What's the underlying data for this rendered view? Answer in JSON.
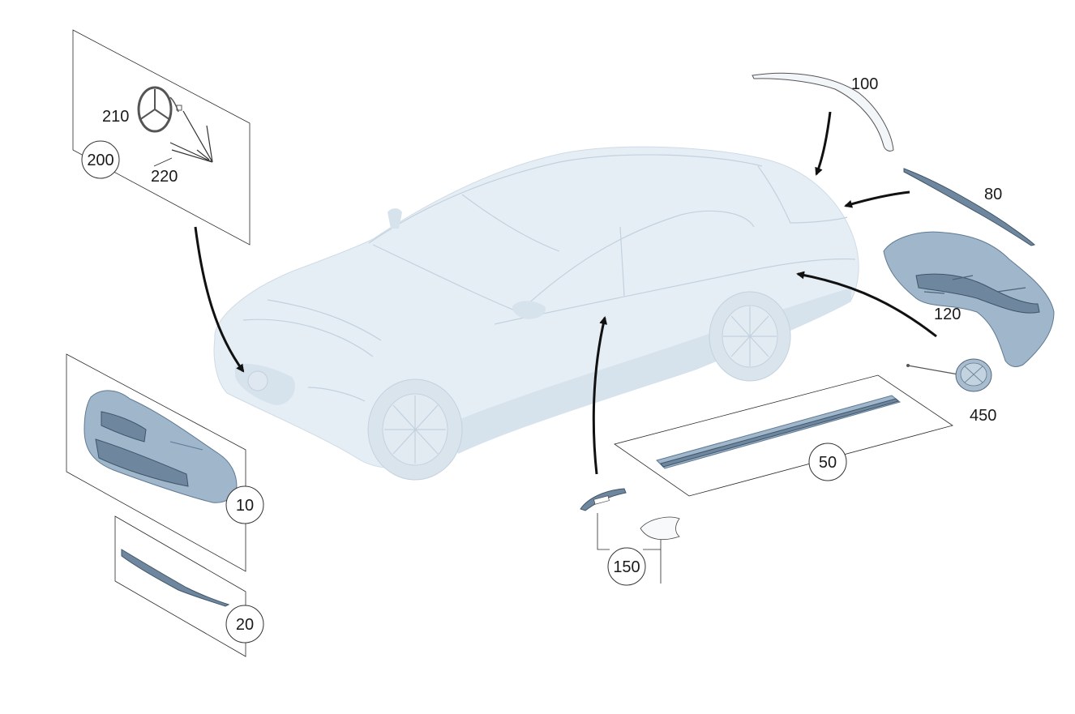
{
  "diagram": {
    "background": "#ffffff",
    "part_color": "#9fb6cb",
    "car_color": "#e6eef5",
    "callouts": [
      {
        "id": "c200",
        "text": "200",
        "circled": true
      },
      {
        "id": "c210",
        "text": "210",
        "circled": false
      },
      {
        "id": "c220",
        "text": "220",
        "circled": false
      },
      {
        "id": "c100",
        "text": "100",
        "circled": false
      },
      {
        "id": "c80",
        "text": "80",
        "circled": false
      },
      {
        "id": "c120",
        "text": "120",
        "circled": false
      },
      {
        "id": "c450",
        "text": "450",
        "circled": false
      },
      {
        "id": "c50",
        "text": "50",
        "circled": true
      },
      {
        "id": "c10",
        "text": "10",
        "circled": true
      },
      {
        "id": "c20",
        "text": "20",
        "circled": true
      },
      {
        "id": "c150",
        "text": "150",
        "circled": true
      }
    ]
  }
}
